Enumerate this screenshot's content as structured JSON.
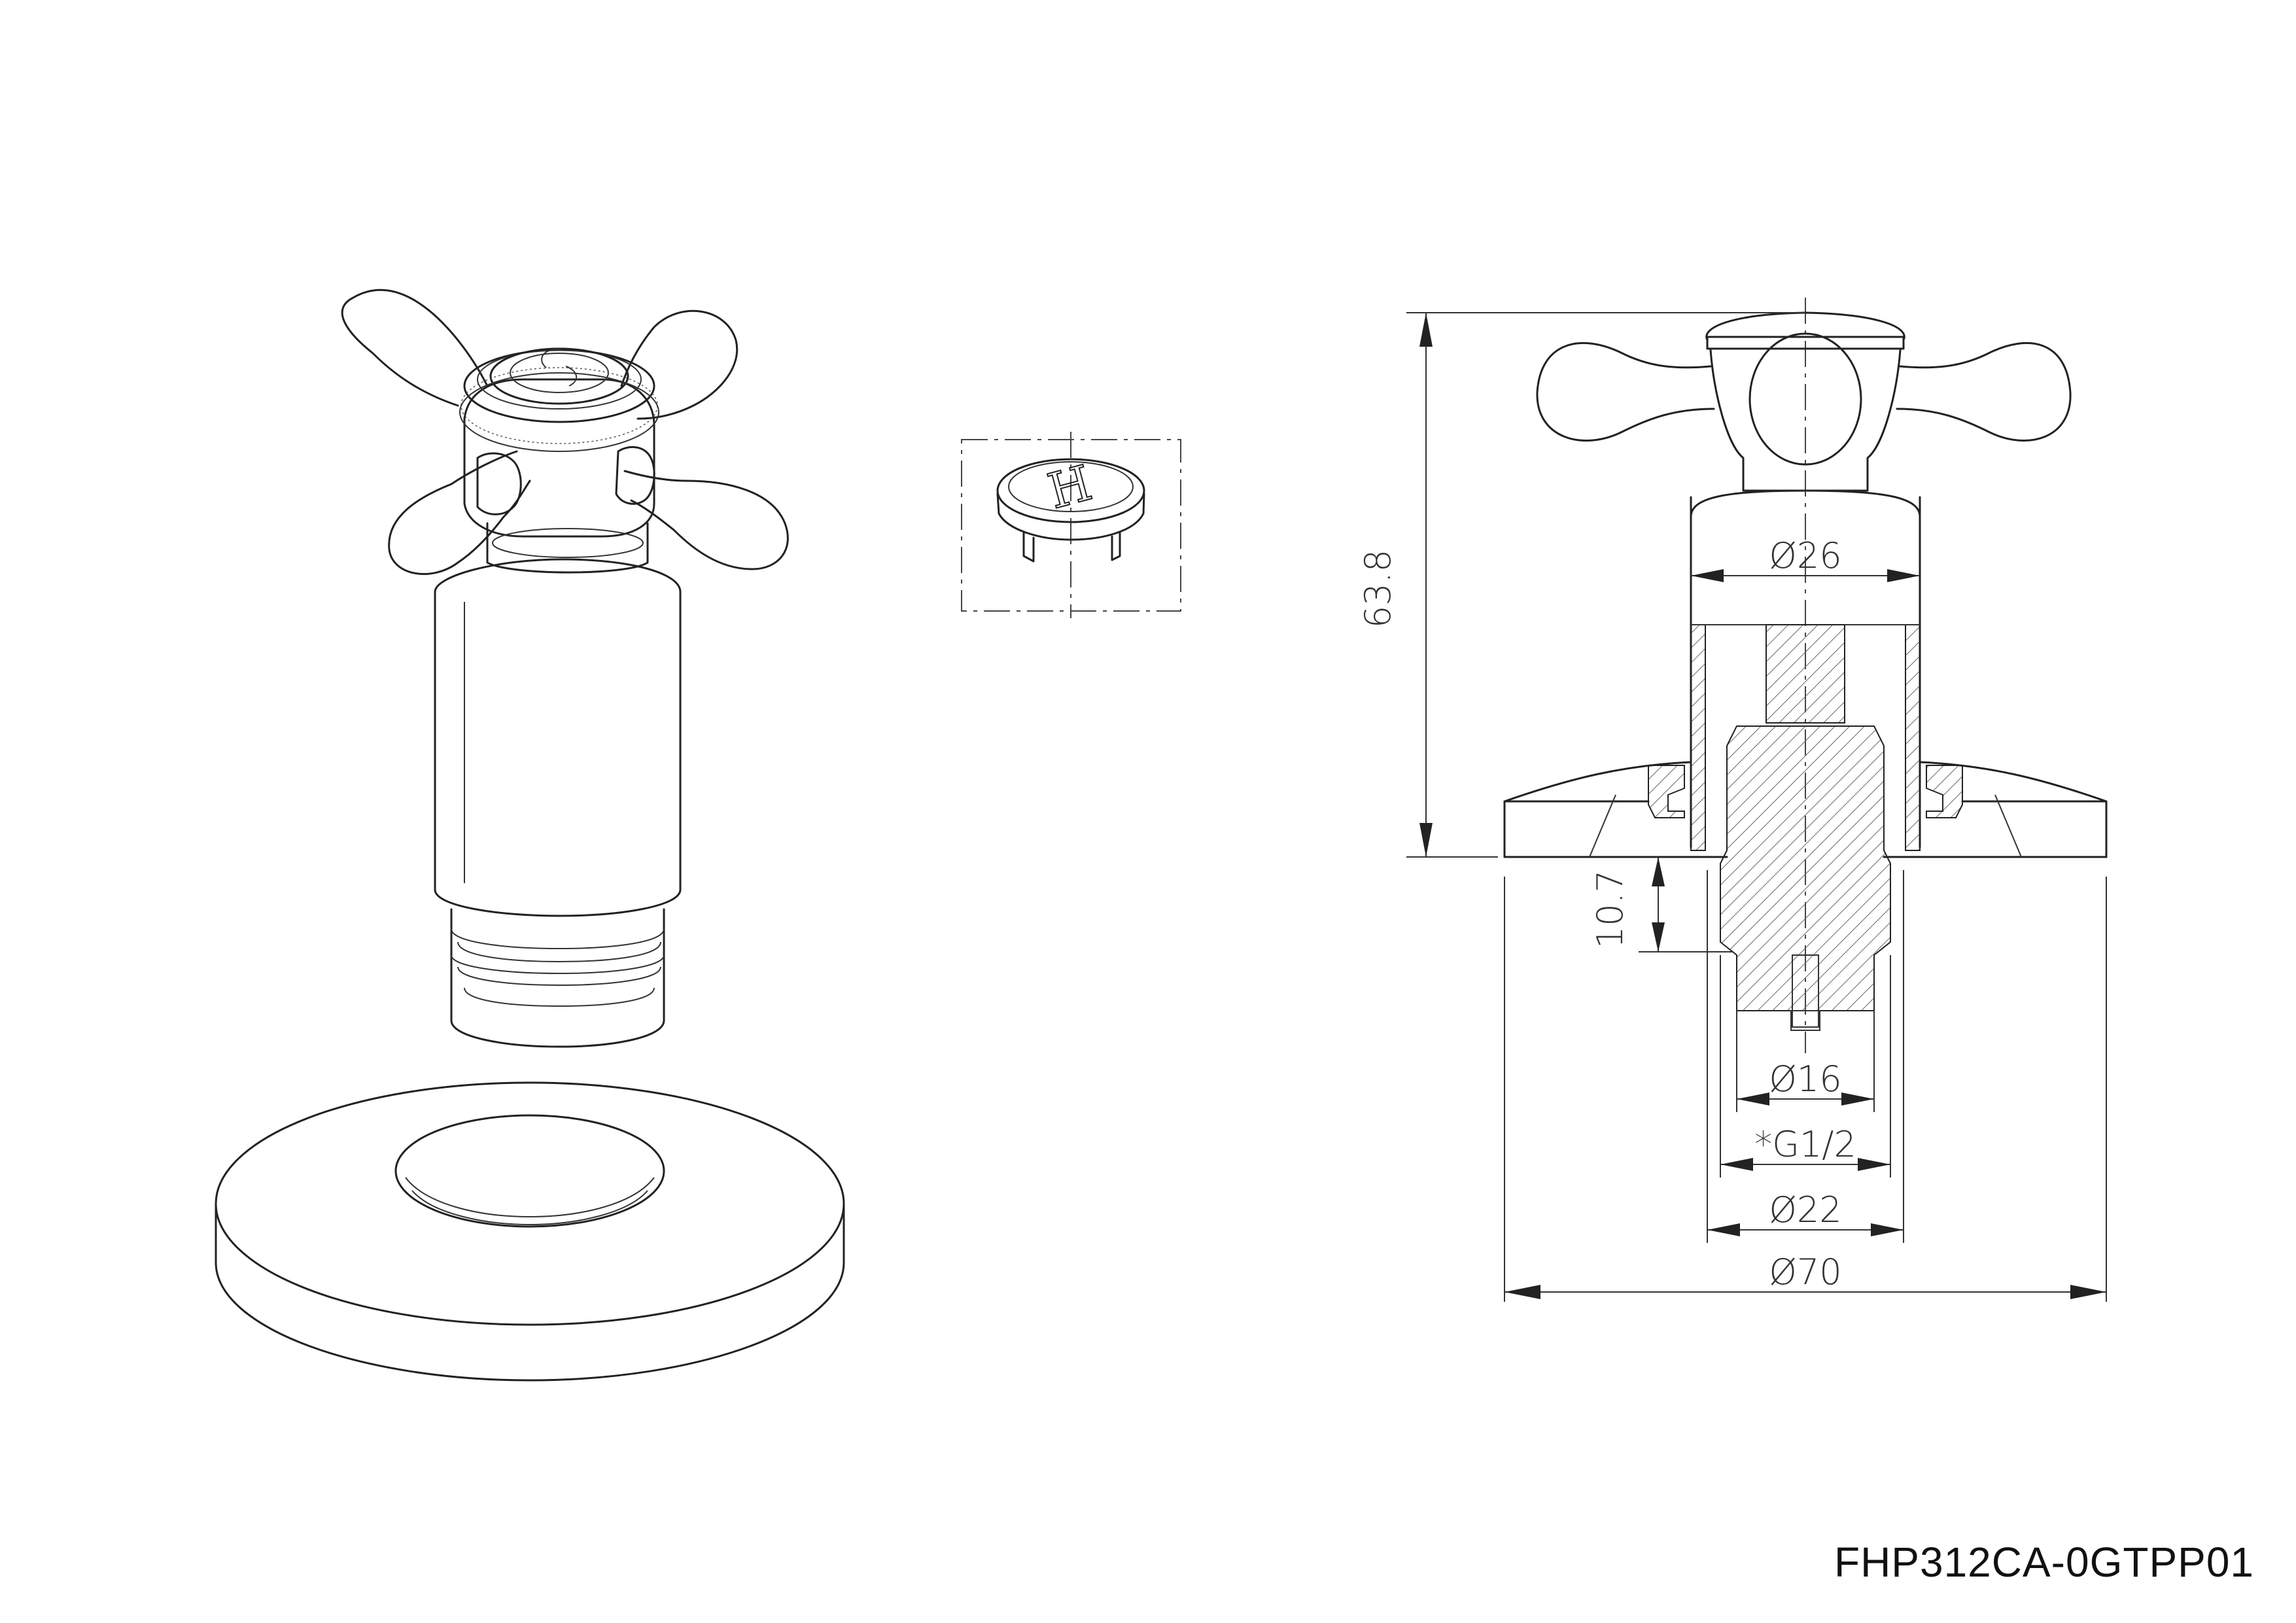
{
  "drawing_code": "FHP312CA-0GTPP01",
  "indicator_cap": {
    "letter": "H"
  },
  "dimensions": {
    "height_total": "63.8",
    "thread_length": "10.7",
    "sleeve_diameter": "Ø26",
    "spindle_diameter": "Ø16",
    "thread_spec": "*G1/2",
    "thread_diameter": "Ø22",
    "flange_diameter": "Ø70"
  }
}
